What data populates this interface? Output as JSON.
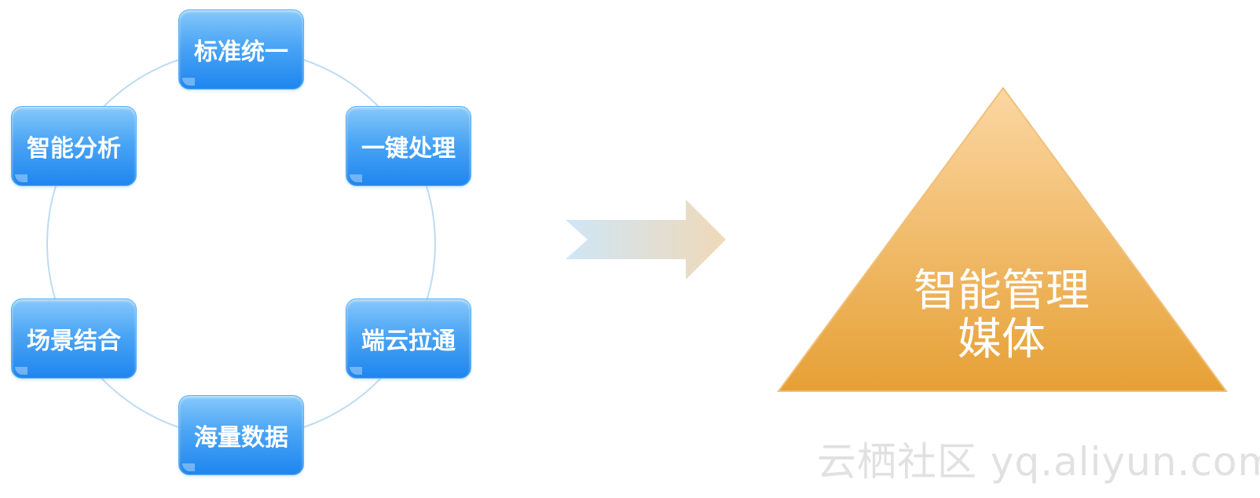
{
  "cycle": {
    "nodes": [
      {
        "id": "top",
        "label": "标准统一"
      },
      {
        "id": "upper-right",
        "label": "一键处理"
      },
      {
        "id": "lower-right",
        "label": "端云拉通"
      },
      {
        "id": "bottom",
        "label": "海量数据"
      },
      {
        "id": "lower-left",
        "label": "场景结合"
      },
      {
        "id": "upper-left",
        "label": "智能分析"
      }
    ]
  },
  "result": {
    "line1": "智能管理",
    "line2": "媒体"
  },
  "watermark": "云栖社区 yq.aliyun.com",
  "colors": {
    "node_blue": "#1e86ef",
    "ring": "#bcdcf2",
    "arrow_start": "#cfe6f7",
    "arrow_end": "#efd9b8",
    "pyramid_top": "#fbd7a2",
    "pyramid_bottom": "#e6a035"
  }
}
